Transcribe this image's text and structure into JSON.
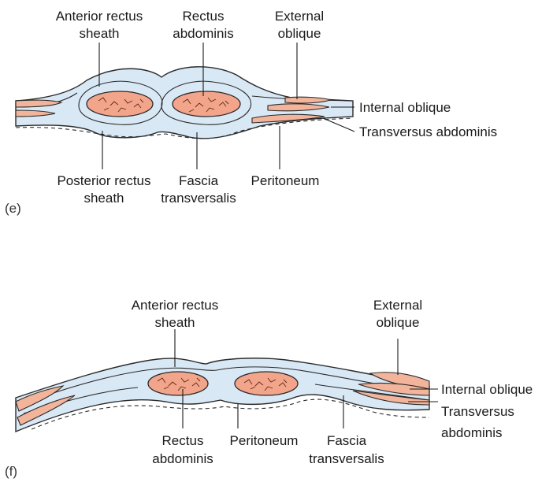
{
  "panel_e": {
    "tag": "(e)",
    "labels": {
      "anterior_rectus_sheath_1": "Anterior rectus",
      "anterior_rectus_sheath_2": "sheath",
      "rectus_abdominis_1": "Rectus",
      "rectus_abdominis_2": "abdominis",
      "external_oblique_1": "External",
      "external_oblique_2": "oblique",
      "internal_oblique": "Internal oblique",
      "transversus_abdominis": "Transversus abdominis",
      "posterior_rectus_sheath_1": "Posterior rectus",
      "posterior_rectus_sheath_2": "sheath",
      "fascia_transversalis_1": "Fascia",
      "fascia_transversalis_2": "transversalis",
      "peritoneum": "Peritoneum"
    }
  },
  "panel_f": {
    "tag": "(f)",
    "labels": {
      "anterior_rectus_sheath_1": "Anterior rectus",
      "anterior_rectus_sheath_2": "sheath",
      "external_oblique_1": "External",
      "external_oblique_2": "oblique",
      "internal_oblique": "Internal oblique",
      "transversus_abdominis_1": "Transversus",
      "transversus_abdominis_2": "abdominis",
      "rectus_abdominis_1": "Rectus",
      "rectus_abdominis_2": "abdominis",
      "peritoneum": "Peritoneum",
      "fascia_transversalis_1": "Fascia",
      "fascia_transversalis_2": "transversalis"
    }
  },
  "colors": {
    "sheath": "#d9e8f5",
    "muscle": "#f2a58a",
    "outline": "#2a2a2a"
  }
}
